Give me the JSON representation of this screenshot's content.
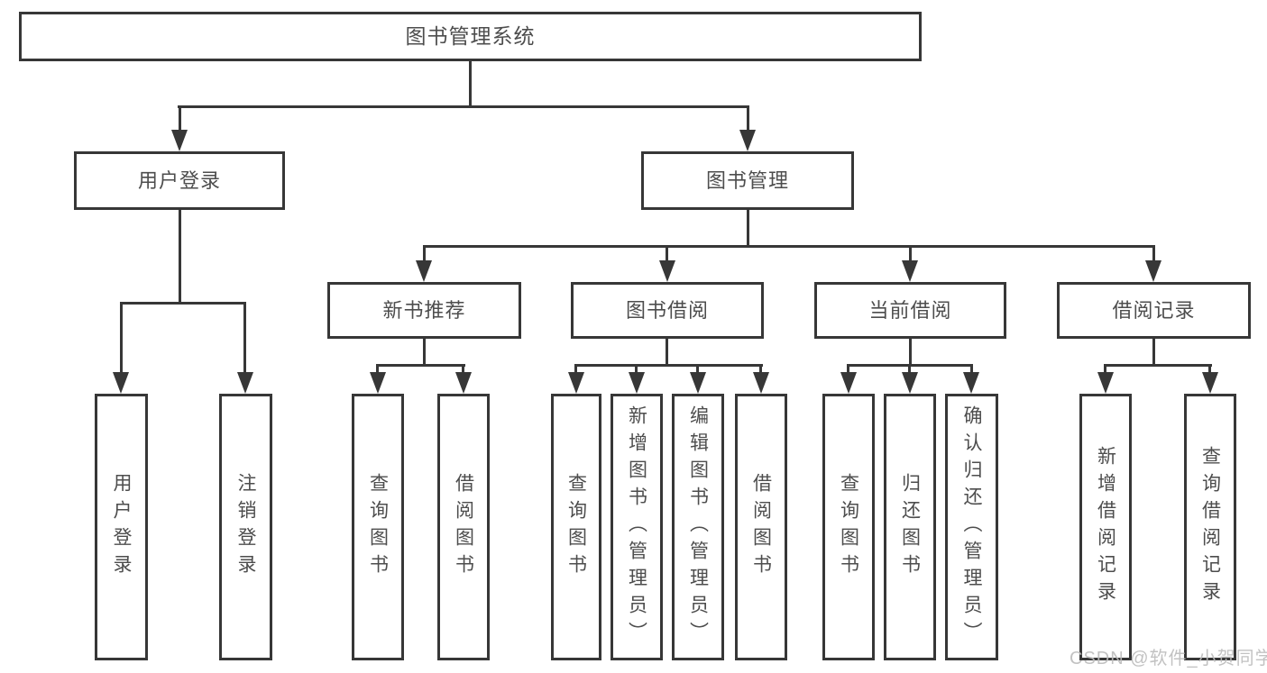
{
  "tree": {
    "root": {
      "label": "图书管理系统"
    },
    "children": [
      {
        "label": "用户登录",
        "children": [
          {
            "label": "用户登录"
          },
          {
            "label": "注销登录"
          }
        ]
      },
      {
        "label": "图书管理",
        "children": [
          {
            "label": "新书推荐",
            "children": [
              {
                "label": "查询图书"
              },
              {
                "label": "借阅图书"
              }
            ]
          },
          {
            "label": "图书借阅",
            "children": [
              {
                "label": "查询图书"
              },
              {
                "label": "新增图书（管理员）"
              },
              {
                "label": "编辑图书（管理员）"
              },
              {
                "label": "借阅图书"
              }
            ]
          },
          {
            "label": "当前借阅",
            "children": [
              {
                "label": "查询图书"
              },
              {
                "label": "归还图书"
              },
              {
                "label": "确认归还（管理员）"
              }
            ]
          },
          {
            "label": "借阅记录",
            "children": [
              {
                "label": "新增借阅记录"
              },
              {
                "label": "查询借阅记录"
              }
            ]
          }
        ]
      }
    ]
  },
  "watermark": {
    "text": "CSDN @软件_小贺同学"
  },
  "colors": {
    "line": "#373737",
    "text": "#4d4d4d",
    "background": "#ffffff",
    "watermark": "#bcbcbc"
  }
}
